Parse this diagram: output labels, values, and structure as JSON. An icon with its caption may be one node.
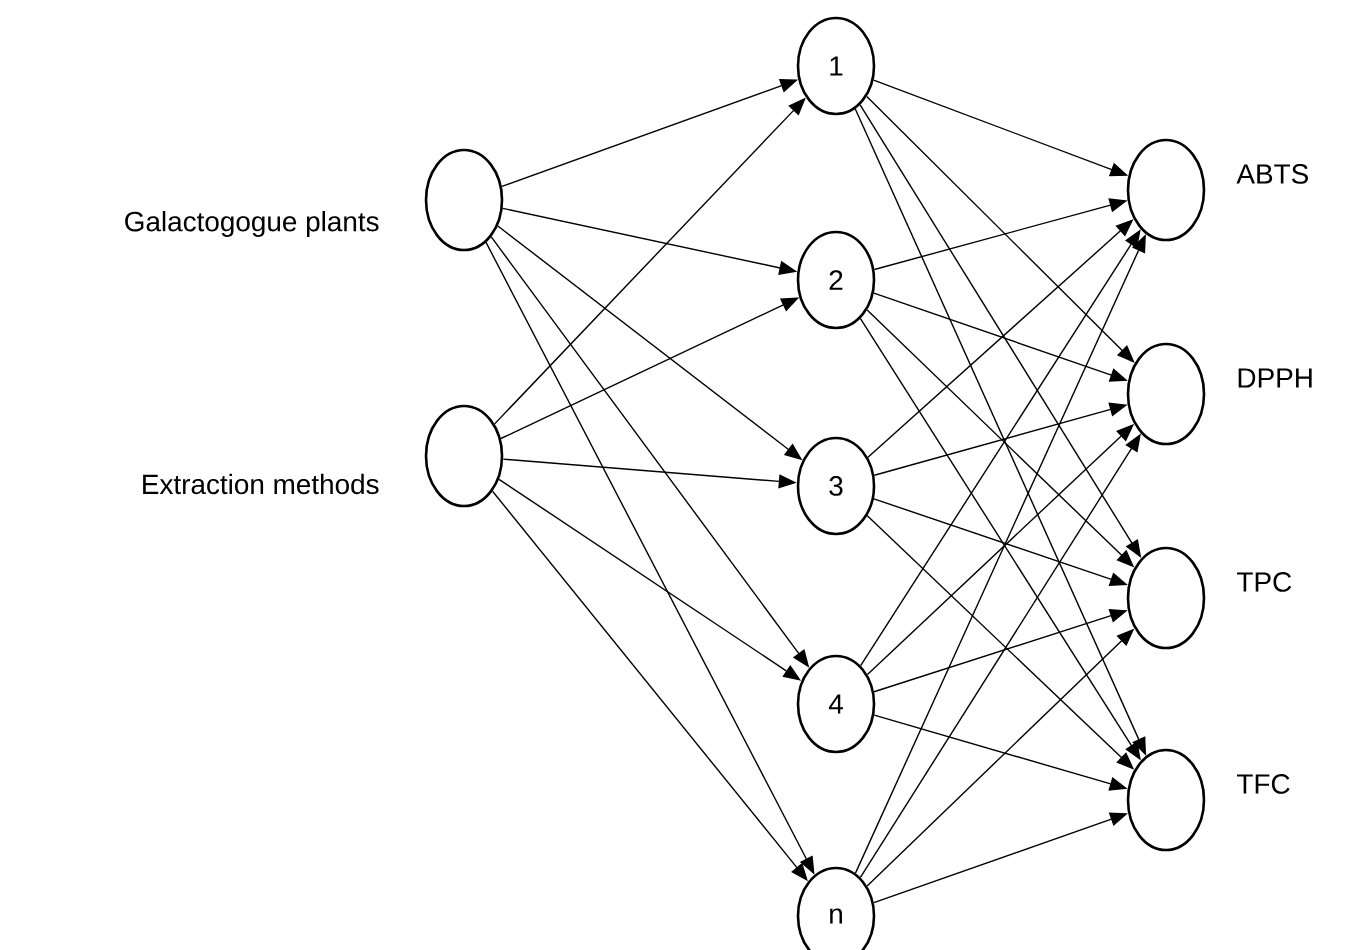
{
  "diagram": {
    "nodes": [
      {
        "text": [],
        "shape": "circle",
        "beside": [
          "Galactogogue plants"
        ]
      },
      {
        "text": [],
        "shape": "circle",
        "beside": [
          "Extraction methods"
        ]
      },
      {
        "text": [
          "1"
        ]
      },
      {
        "text": [
          "2"
        ]
      },
      {
        "text": [
          "3"
        ]
      },
      {
        "text": [
          "4"
        ]
      },
      {
        "text": [
          "n"
        ]
      },
      {
        "text": [],
        "shape": "circle",
        "beside": [
          "ABTS"
        ]
      },
      {
        "text": [],
        "shape": "circle",
        "beside": [
          "DPPH"
        ]
      },
      {
        "text": [],
        "shape": "circle",
        "beside": [
          "TPC"
        ]
      },
      {
        "text": [],
        "shape": "circle",
        "beside": [
          "TFC"
        ]
      }
    ],
    "edges": [
      {
        "from": 0,
        "to": 2,
        "arrow": "to"
      },
      {
        "from": 0,
        "to": 3,
        "arrow": "to"
      },
      {
        "from": 0,
        "to": 4,
        "arrow": "to"
      },
      {
        "from": 0,
        "to": 5,
        "arrow": "to"
      },
      {
        "from": 0,
        "to": 6,
        "arrow": "to"
      },
      {
        "from": 1,
        "to": 2,
        "arrow": "to"
      },
      {
        "from": 1,
        "to": 3,
        "arrow": "to"
      },
      {
        "from": 1,
        "to": 4,
        "arrow": "to"
      },
      {
        "from": 1,
        "to": 5,
        "arrow": "to"
      },
      {
        "from": 1,
        "to": 6,
        "arrow": "to"
      },
      {
        "from": 2,
        "to": 7,
        "arrow": "to"
      },
      {
        "from": 2,
        "to": 8,
        "arrow": "to"
      },
      {
        "from": 2,
        "to": 9,
        "arrow": "to"
      },
      {
        "from": 2,
        "to": 10,
        "arrow": "to"
      },
      {
        "from": 3,
        "to": 7,
        "arrow": "to"
      },
      {
        "from": 3,
        "to": 8,
        "arrow": "to"
      },
      {
        "from": 3,
        "to": 9,
        "arrow": "to"
      },
      {
        "from": 3,
        "to": 10,
        "arrow": "to"
      },
      {
        "from": 4,
        "to": 7,
        "arrow": "to"
      },
      {
        "from": 4,
        "to": 8,
        "arrow": "to"
      },
      {
        "from": 4,
        "to": 9,
        "arrow": "to"
      },
      {
        "from": 4,
        "to": 10,
        "arrow": "to"
      },
      {
        "from": 5,
        "to": 7,
        "arrow": "to"
      },
      {
        "from": 5,
        "to": 8,
        "arrow": "to"
      },
      {
        "from": 5,
        "to": 9,
        "arrow": "to"
      },
      {
        "from": 5,
        "to": 10,
        "arrow": "to"
      },
      {
        "from": 6,
        "to": 7,
        "arrow": "to"
      },
      {
        "from": 6,
        "to": 8,
        "arrow": "to"
      },
      {
        "from": 6,
        "to": 9,
        "arrow": "to"
      },
      {
        "from": 6,
        "to": 10,
        "arrow": "to"
      }
    ]
  }
}
